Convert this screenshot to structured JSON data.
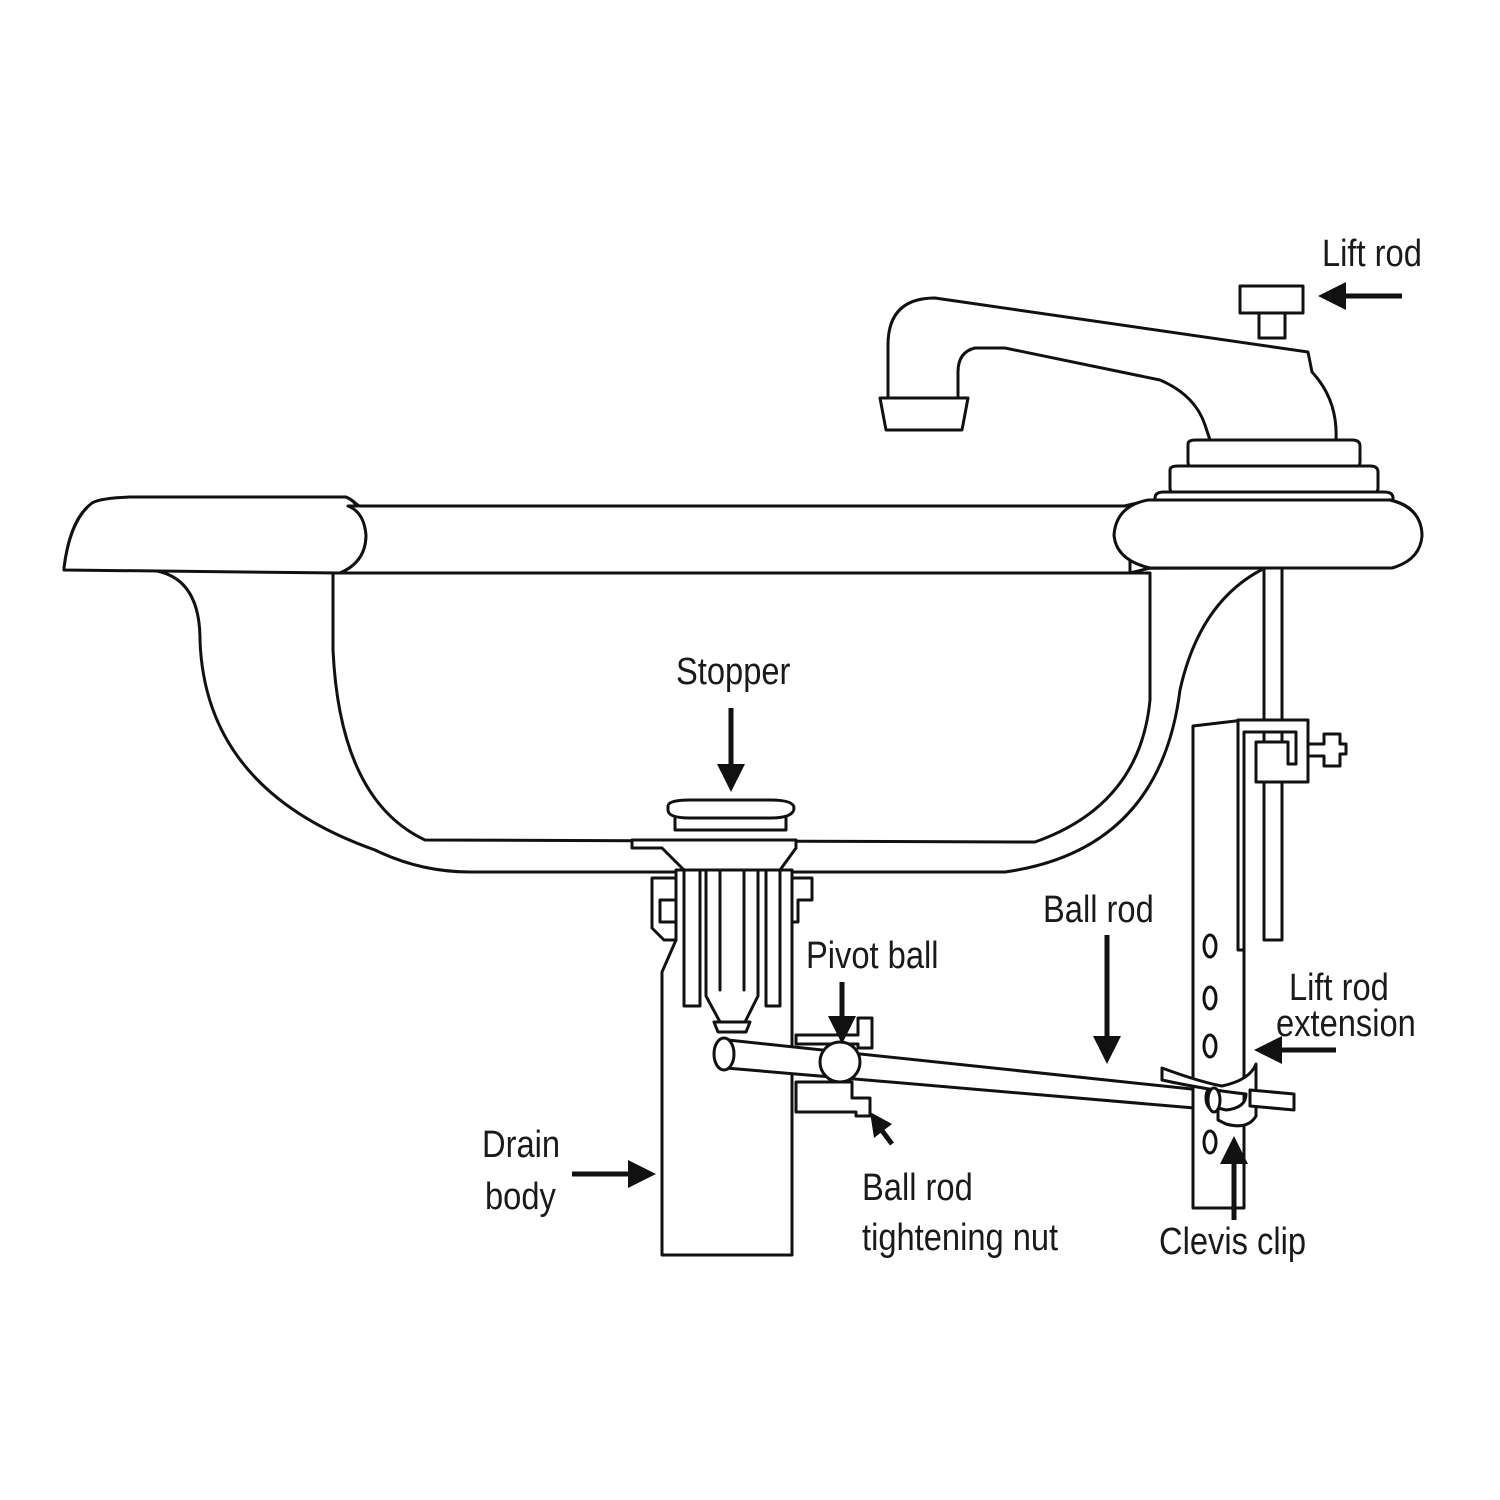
{
  "labels": {
    "lift_rod": "Lift rod",
    "stopper": "Stopper",
    "ball_rod": "Ball rod",
    "pivot_ball": "Pivot ball",
    "lift_rod_extension_line1": "Lift rod",
    "lift_rod_extension_line2": "extension",
    "drain_body_line1": "Drain",
    "drain_body_line2": "body",
    "ball_rod_tightening_nut_line1": "Ball rod",
    "ball_rod_tightening_nut_line2": "tightening nut",
    "clevis_clip": "Clevis clip"
  },
  "colors": {
    "ink": "#111111",
    "background": "#ffffff"
  }
}
